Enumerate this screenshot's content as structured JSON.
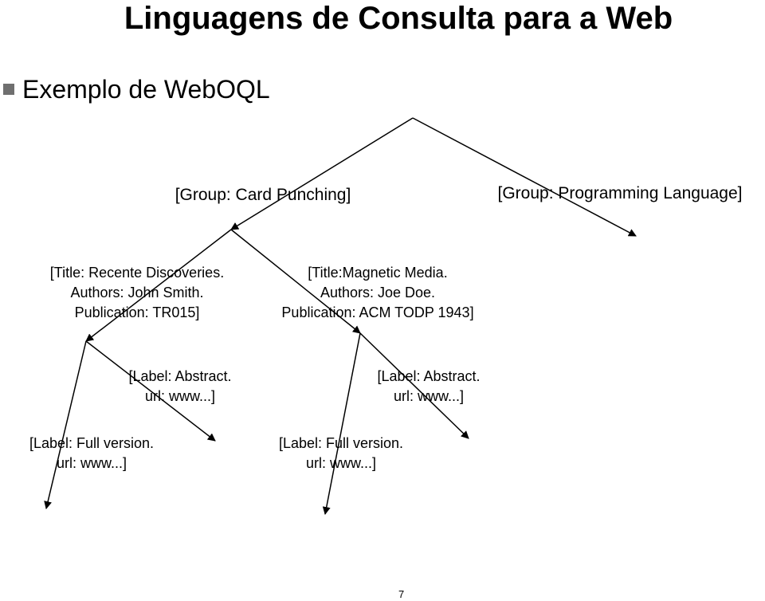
{
  "slide": {
    "title": "Linguagens de Consulta para a Web",
    "bullet": "Exemplo de WebOQL",
    "page_number": "7"
  },
  "tree": {
    "groups": [
      {
        "text": "[Group: Card Punching]"
      },
      {
        "text": "[Group: Programming Language]"
      }
    ],
    "documents": [
      {
        "title_line": "[Title: Recente Discoveries.",
        "authors_line": "Authors: John Smith.",
        "publication_line": "Publication: TR015]"
      },
      {
        "title_line": "[Title:Magnetic Media.",
        "authors_line": "Authors: Joe Doe.",
        "publication_line": "Publication: ACM TODP 1943]"
      }
    ],
    "links": [
      {
        "label_line": "[Label: Abstract.",
        "url_line": "url: www...]"
      },
      {
        "label_line": "[Label: Full version.",
        "url_line": "url: www...]"
      },
      {
        "label_line": "[Label: Abstract.",
        "url_line": "url: www...]"
      },
      {
        "label_line": "[Label: Full version.",
        "url_line": "url: www...]"
      }
    ]
  }
}
